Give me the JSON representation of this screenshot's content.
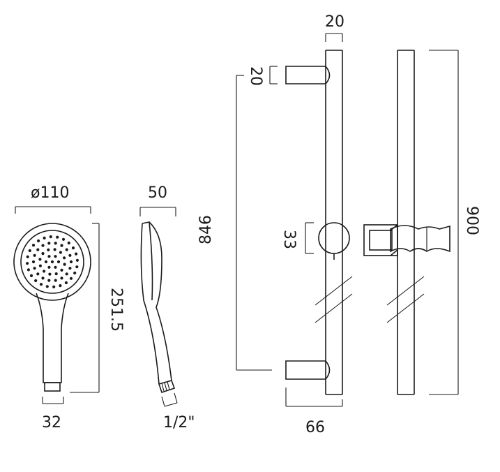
{
  "dimensions": {
    "head_diameter": "ø110",
    "head_depth": "50",
    "handset_length": "251.5",
    "connector_width": "32",
    "thread_size": "1/2\"",
    "rail_width": "20",
    "bracket_height": "20",
    "bracket_spacing": "846",
    "holder_diameter": "33",
    "rail_projection": "66",
    "rail_length": "900"
  }
}
